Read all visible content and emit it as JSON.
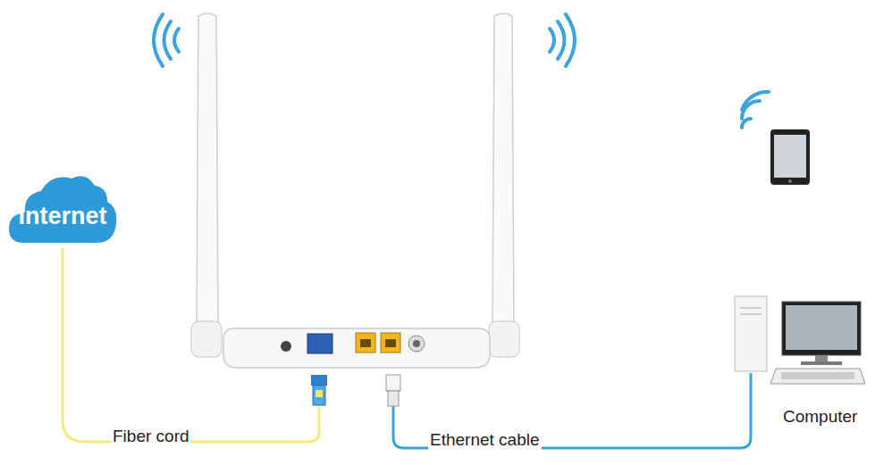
{
  "diagram": {
    "nodes": [
      {
        "text": [
          "Internet"
        ]
      }
    ],
    "labels": [
      "Fiber cord",
      "Ethernet cable",
      "Computer"
    ]
  }
}
